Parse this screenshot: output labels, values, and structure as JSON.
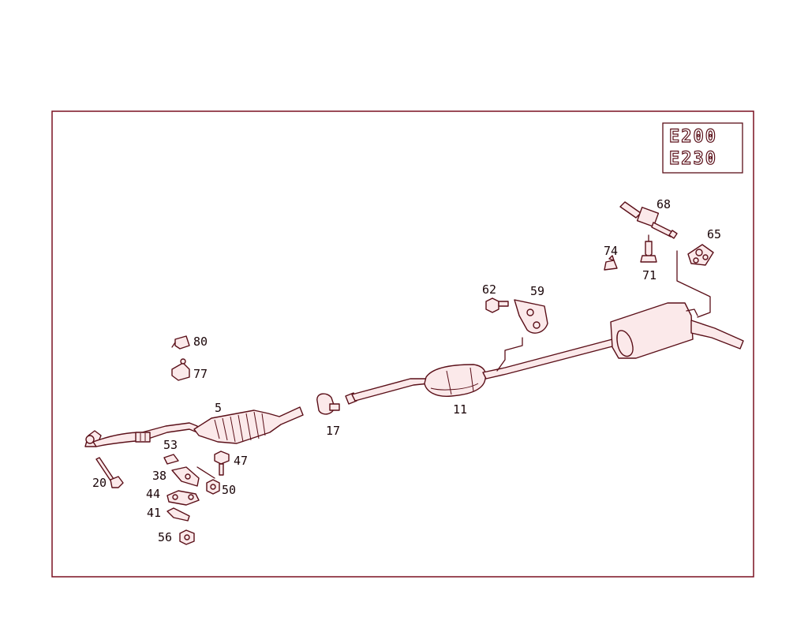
{
  "badges": [
    "E200",
    "E230"
  ],
  "callouts": {
    "c5": "5",
    "c11": "11",
    "c17": "17",
    "c20": "20",
    "c38": "38",
    "c41": "41",
    "c44": "44",
    "c47": "47",
    "c50": "50",
    "c53": "53",
    "c56": "56",
    "c59": "59",
    "c62": "62",
    "c65": "65",
    "c68": "68",
    "c71": "71",
    "c74": "74",
    "c77": "77",
    "c80": "80"
  },
  "colors": {
    "stroke": "#5a0f18",
    "fill": "#fbe9ea",
    "frame": "#7a1020"
  }
}
